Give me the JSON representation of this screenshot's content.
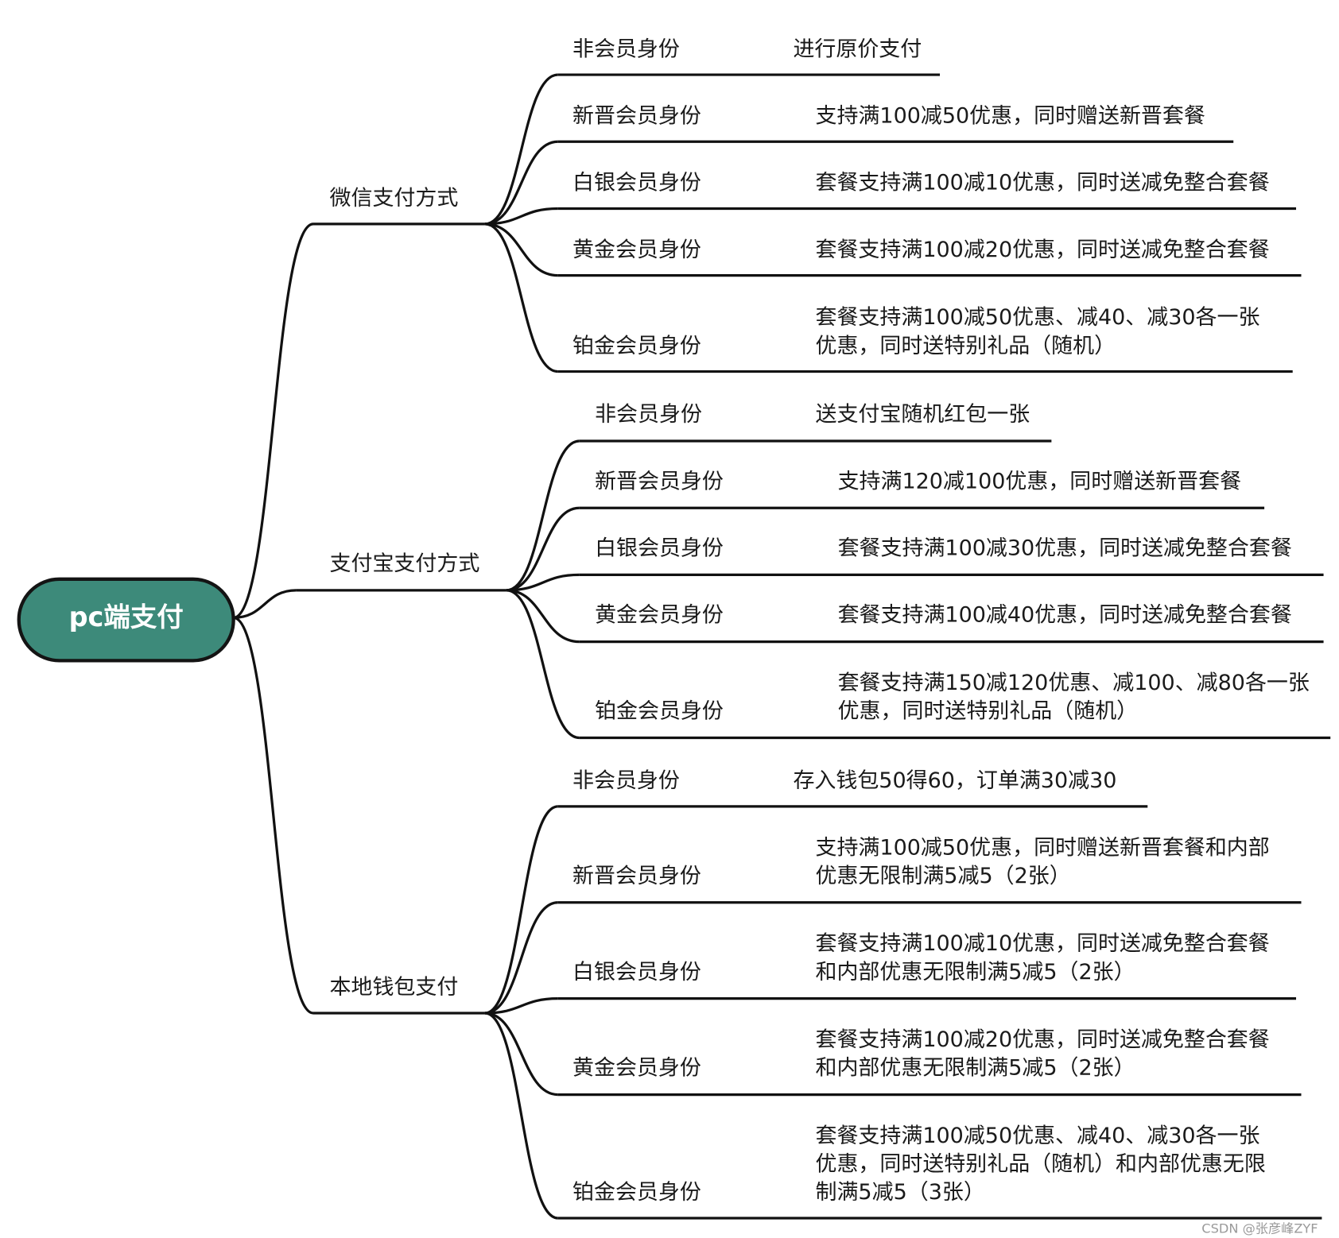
{
  "root": {
    "label": "pc端支付",
    "fill": "#3d8a7a"
  },
  "branches": [
    {
      "label": "微信支付方式",
      "children": [
        {
          "identity": "非会员身份",
          "desc": [
            "进行原价支付"
          ]
        },
        {
          "identity": "新晋会员身份",
          "desc": [
            "支持满100减50优惠，同时赠送新晋套餐"
          ]
        },
        {
          "identity": "白银会员身份",
          "desc": [
            "套餐支持满100减10优惠，同时送减免整合套餐"
          ]
        },
        {
          "identity": "黄金会员身份",
          "desc": [
            "套餐支持满100减20优惠，同时送减免整合套餐"
          ]
        },
        {
          "identity": "铂金会员身份",
          "desc": [
            "套餐支持满100减50优惠、减40、减30各一张",
            "优惠，同时送特别礼品（随机）"
          ]
        }
      ]
    },
    {
      "label": "支付宝支付方式",
      "children": [
        {
          "identity": "非会员身份",
          "desc": [
            "送支付宝随机红包一张"
          ]
        },
        {
          "identity": "新晋会员身份",
          "desc": [
            "支持满120减100优惠，同时赠送新晋套餐"
          ]
        },
        {
          "identity": "白银会员身份",
          "desc": [
            "套餐支持满100减30优惠，同时送减免整合套餐"
          ]
        },
        {
          "identity": "黄金会员身份",
          "desc": [
            "套餐支持满100减40优惠，同时送减免整合套餐"
          ]
        },
        {
          "identity": "铂金会员身份",
          "desc": [
            "套餐支持满150减120优惠、减100、减80各一张",
            "优惠，同时送特别礼品（随机）"
          ]
        }
      ]
    },
    {
      "label": "本地钱包支付",
      "children": [
        {
          "identity": "非会员身份",
          "desc": [
            "存入钱包50得60，订单满30减30"
          ]
        },
        {
          "identity": "新晋会员身份",
          "desc": [
            "支持满100减50优惠，同时赠送新晋套餐和内部",
            "优惠无限制满5减5（2张）"
          ]
        },
        {
          "identity": "白银会员身份",
          "desc": [
            "套餐支持满100减10优惠，同时送减免整合套餐",
            "和内部优惠无限制满5减5（2张）"
          ]
        },
        {
          "identity": "黄金会员身份",
          "desc": [
            "套餐支持满100减20优惠，同时送减免整合套餐",
            "和内部优惠无限制满5减5（2张）"
          ]
        },
        {
          "identity": "铂金会员身份",
          "desc": [
            "套餐支持满100减50优惠、减40、减30各一张",
            "优惠，同时送特别礼品（随机）和内部优惠无限",
            "制满5减5（3张）"
          ]
        }
      ]
    }
  ],
  "watermark": "CSDN @张彦峰ZYF"
}
